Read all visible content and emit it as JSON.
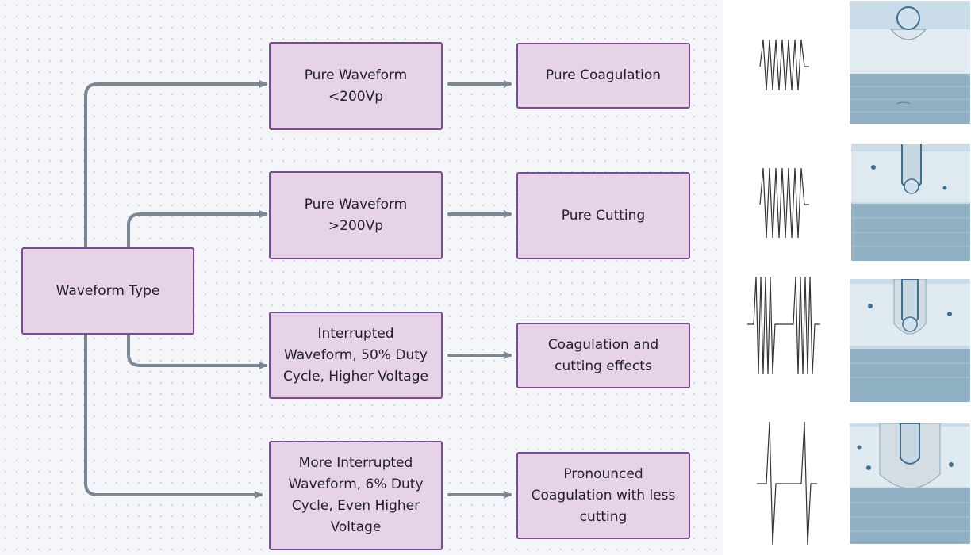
{
  "diagram": {
    "root": {
      "label": "Waveform Type"
    },
    "rows": [
      {
        "waveform": "Pure Waveform\n<200Vp",
        "effect": "Pure Coagulation",
        "waveform_icon": "continuous-sine-wave-icon",
        "tissue_icon": "shallow-coagulation-tissue-icon"
      },
      {
        "waveform": "Pure Waveform\n>200Vp",
        "effect": "Pure Cutting",
        "waveform_icon": "continuous-sine-wave-icon",
        "tissue_icon": "deep-clean-cut-tissue-icon"
      },
      {
        "waveform": "Interrupted\nWaveform, 50% Duty\nCycle, Higher Voltage",
        "effect": "Coagulation and\ncutting effects",
        "waveform_icon": "burst-wave-icon",
        "tissue_icon": "cut-with-coagulation-margin-icon"
      },
      {
        "waveform": "More Interrupted\nWaveform, 6% Duty\nCycle, Even Higher\nVoltage",
        "effect": "Pronounced\nCoagulation with less\ncutting",
        "waveform_icon": "spike-wave-icon",
        "tissue_icon": "wide-coagulation-margin-icon"
      }
    ]
  },
  "colors": {
    "node_fill": "#e6d3e8",
    "node_border": "#7b4a92",
    "connector": "#7a8794",
    "canvas": "#f4f6f9"
  }
}
